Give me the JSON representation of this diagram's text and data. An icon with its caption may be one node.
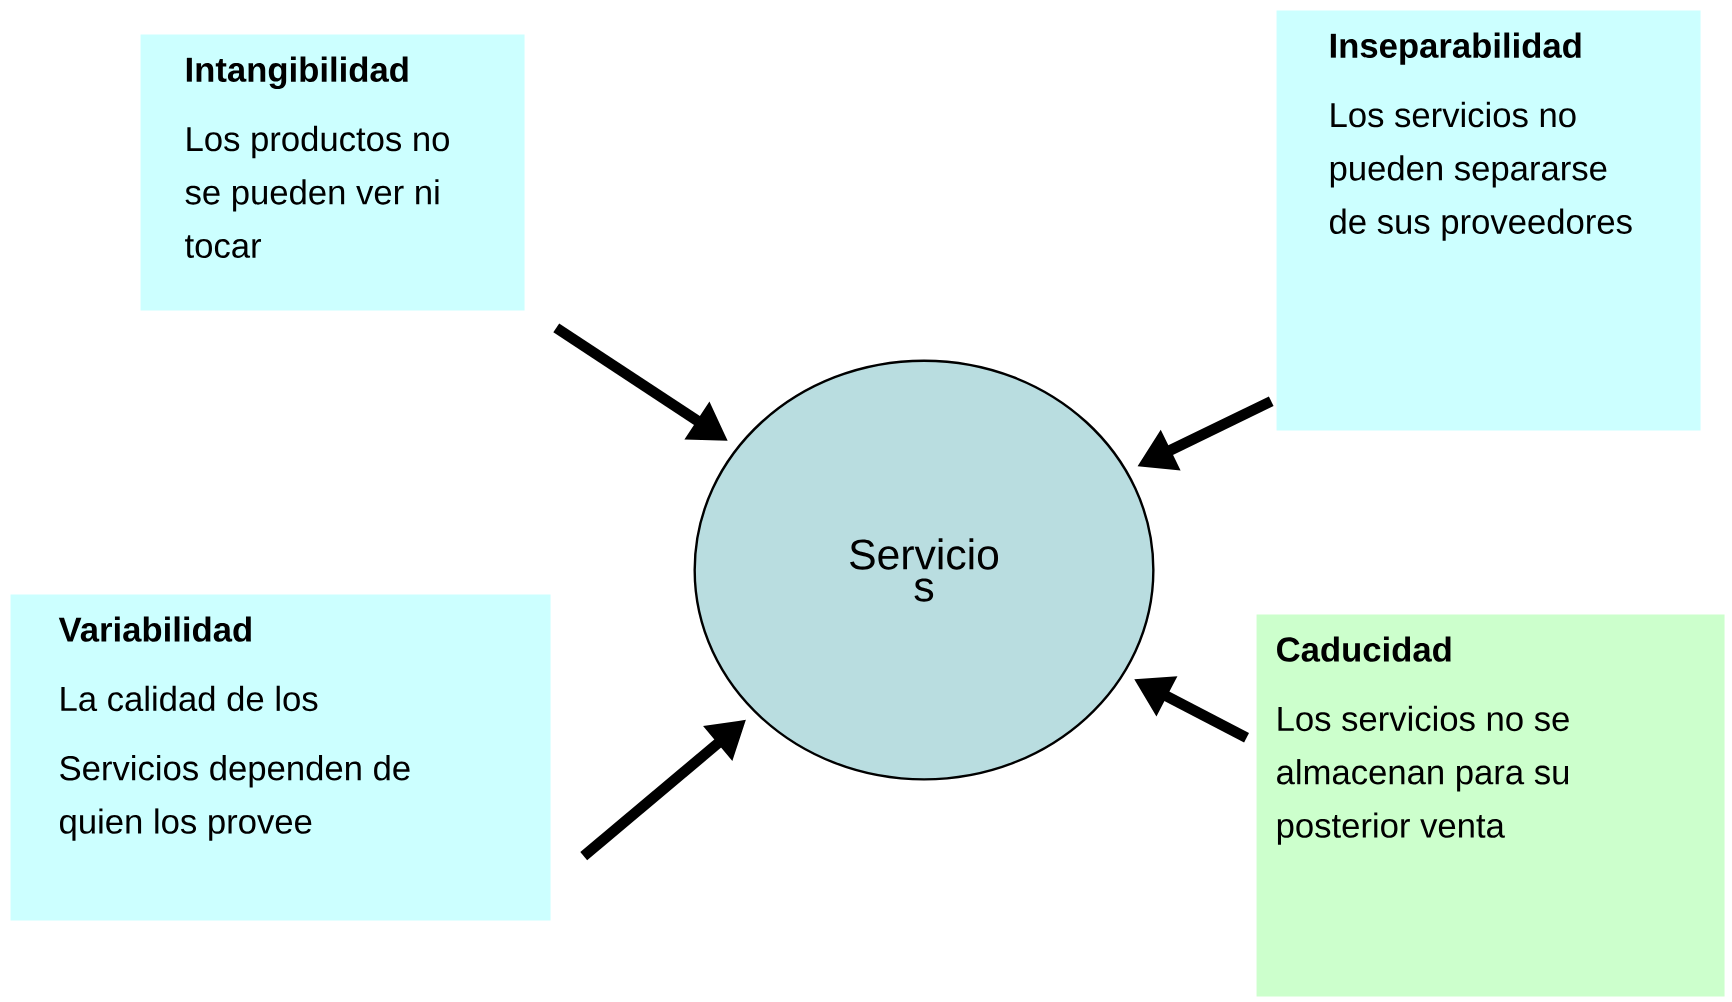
{
  "diagram": {
    "nodes": [
      {
        "text": [
          "Intangibilidad",
          "Los productos no se pueden ver ni tocar"
        ]
      },
      {
        "text": [
          "Inseparabilidad",
          "Los servicios no pueden separarse de sus proveedores"
        ]
      },
      {
        "text": [
          "Servicio s"
        ]
      },
      {
        "text": [
          "Variabilidad",
          "La calidad de los",
          "Servicios dependen de quien los provee"
        ]
      },
      {
        "text": [
          "Caducidad",
          "Los servicios no se almacenan para su posterior venta"
        ]
      }
    ],
    "edges": [
      {
        "from": 0,
        "to": 2,
        "arrow": "to"
      },
      {
        "from": 1,
        "to": 2,
        "arrow": "to"
      },
      {
        "from": 3,
        "to": 2,
        "arrow": "to"
      },
      {
        "from": 4,
        "to": 2,
        "arrow": "to"
      }
    ]
  }
}
